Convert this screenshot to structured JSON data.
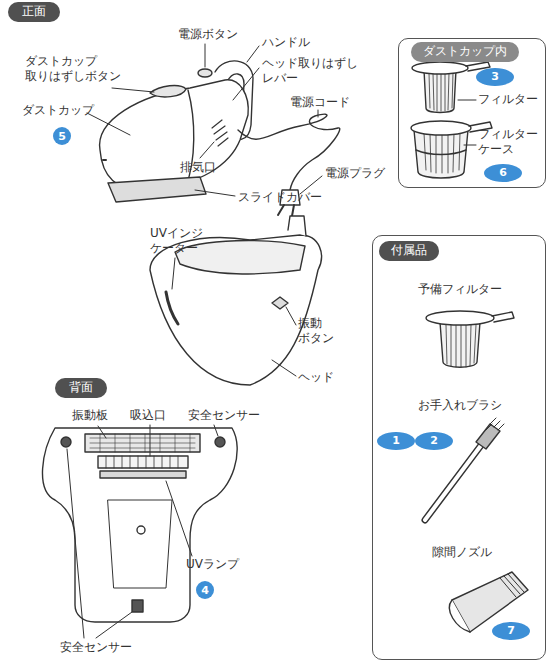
{
  "diagram": {
    "nodes": [
      {
        "text": [
          "正面"
        ]
      },
      {
        "text": [
          "ダストカップ内"
        ]
      },
      {
        "text": [
          "3"
        ],
        "in": 1
      },
      {
        "text": [
          "5"
        ]
      },
      {
        "text": [
          "6"
        ],
        "in": 1
      },
      {
        "text": [
          "付属品"
        ]
      },
      {
        "text": [
          "背面"
        ]
      },
      {
        "text": [
          "1"
        ],
        "in": 5
      },
      {
        "text": [
          "2"
        ],
        "in": 5
      },
      {
        "text": [
          "4"
        ]
      },
      {
        "text": [
          "7"
        ],
        "in": 5
      }
    ],
    "labels": [
      "電源ボタン",
      "ハンドル",
      "ダストカップ 取りはずしボタン",
      "ヘッド取りはずし レバー",
      "ダストカップ",
      "電源コード",
      "フィルター",
      "フィルター ケース",
      "排気口",
      "電源プラグ",
      "スライドカバー",
      "UVインジ ケーター",
      "予備フィルター",
      "振動 ボタン",
      "ヘッド",
      "お手入れブラシ",
      "隙間ノズル",
      "振動板",
      "吸込口",
      "安全センサー",
      "UVランプ",
      "安全センサー"
    ]
  }
}
